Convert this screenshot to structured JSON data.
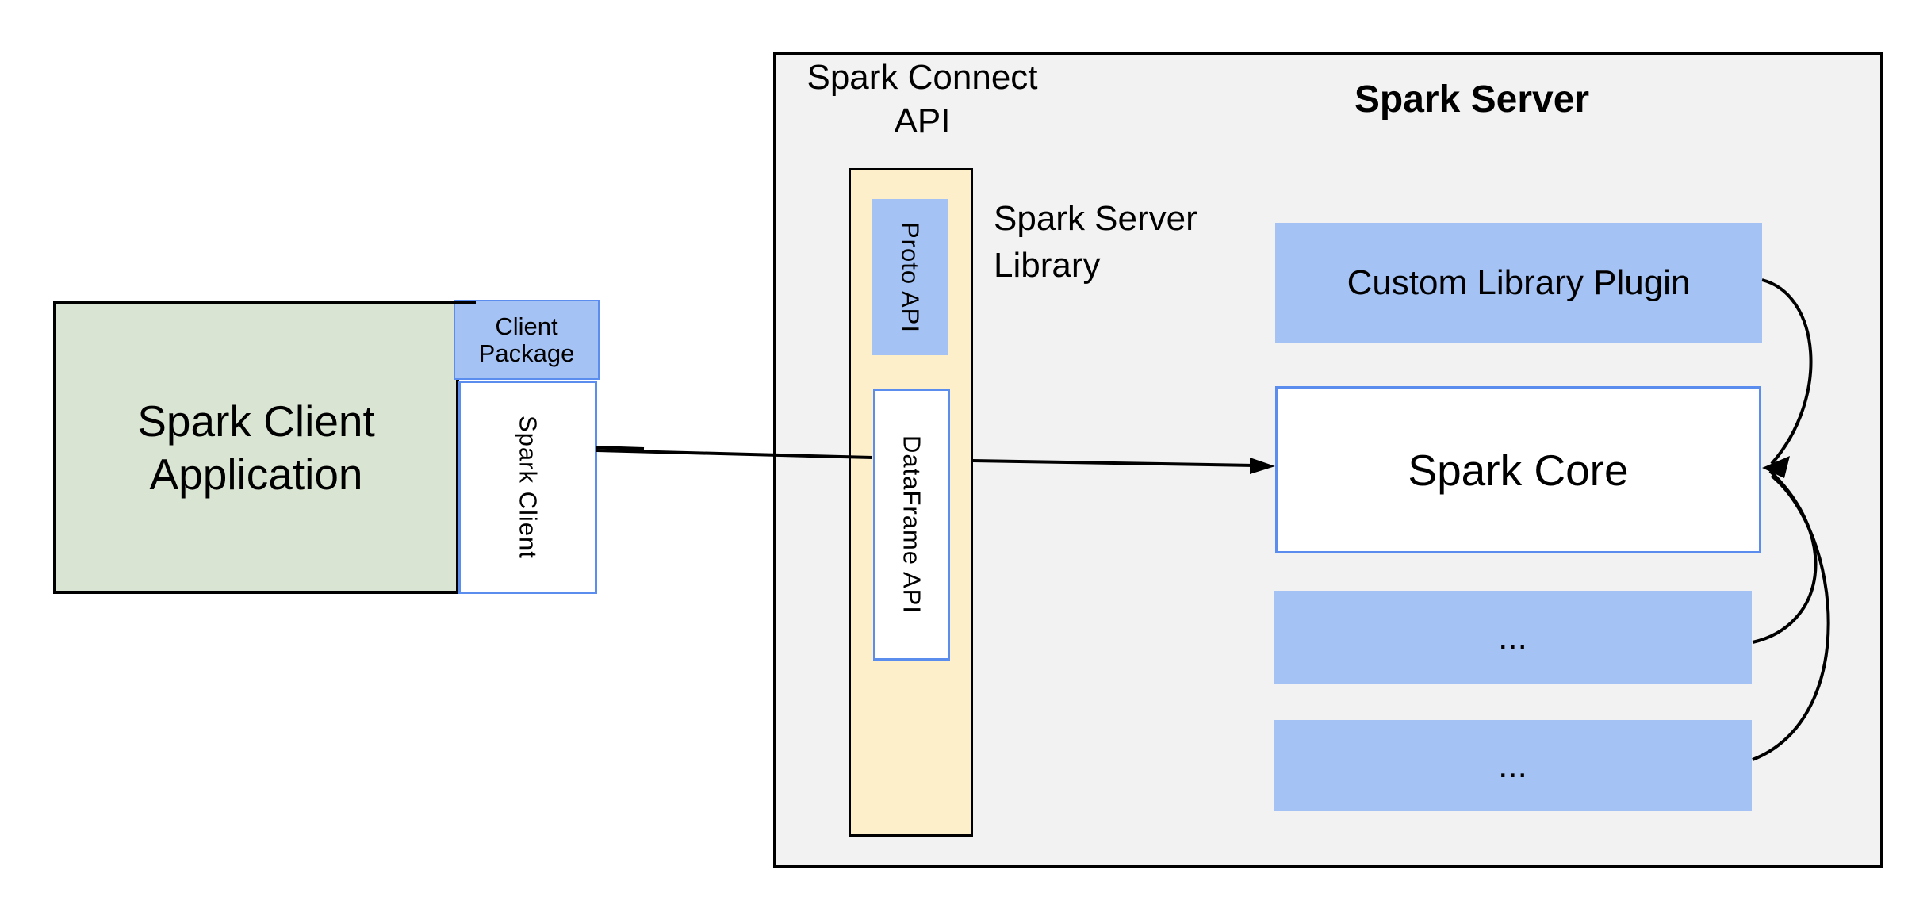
{
  "client": {
    "app_lines": [
      "Spark Client",
      "Application"
    ],
    "package_lines": [
      "Client",
      "Package"
    ],
    "client_label": "Spark Client"
  },
  "connect": {
    "title_lines": [
      "Spark Connect",
      "API"
    ],
    "proto_label": "Proto  API",
    "dataframe_label": "DataFrame API",
    "library_lines": [
      "Spark Server",
      "Library"
    ]
  },
  "server": {
    "title": "Spark Server",
    "plugin_label": "Custom Library Plugin",
    "core_label": "Spark Core",
    "placeholder1_label": "...",
    "placeholder2_label": "..."
  },
  "colors": {
    "green_fill": "#d9e5d2",
    "blue_fill": "#a4c2f4",
    "yellow_fill": "#fcefc9",
    "gray_fill": "#f2f2f2",
    "blue_border": "#5b8def",
    "line": "#000000"
  }
}
